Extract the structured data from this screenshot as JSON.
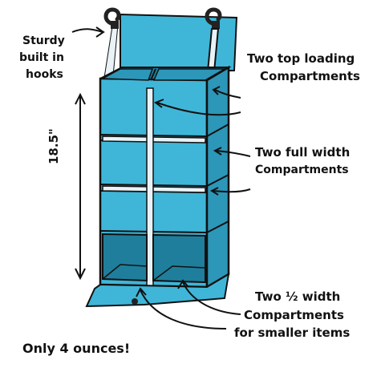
{
  "colors": {
    "fabric": "#3fb6d8",
    "fabric_dark": "#2c97b8",
    "fabric_shadow": "#1f7e9c",
    "strap": "#e9f2f6",
    "ink": "#111111",
    "hook": "#222222"
  },
  "labels": {
    "hooks_line1": "Sturdy",
    "hooks_line2": "built in",
    "hooks_line3": "hooks",
    "top_line1": "Two top loading",
    "top_line2": "Compartments",
    "full_line1": "Two full width",
    "full_line2": "Compartments",
    "half_line1": "Two ½ width",
    "half_line2": "Compartments",
    "half_line3": "for smaller items",
    "height": "18.5\"",
    "weight": "Only 4 ounces!"
  }
}
